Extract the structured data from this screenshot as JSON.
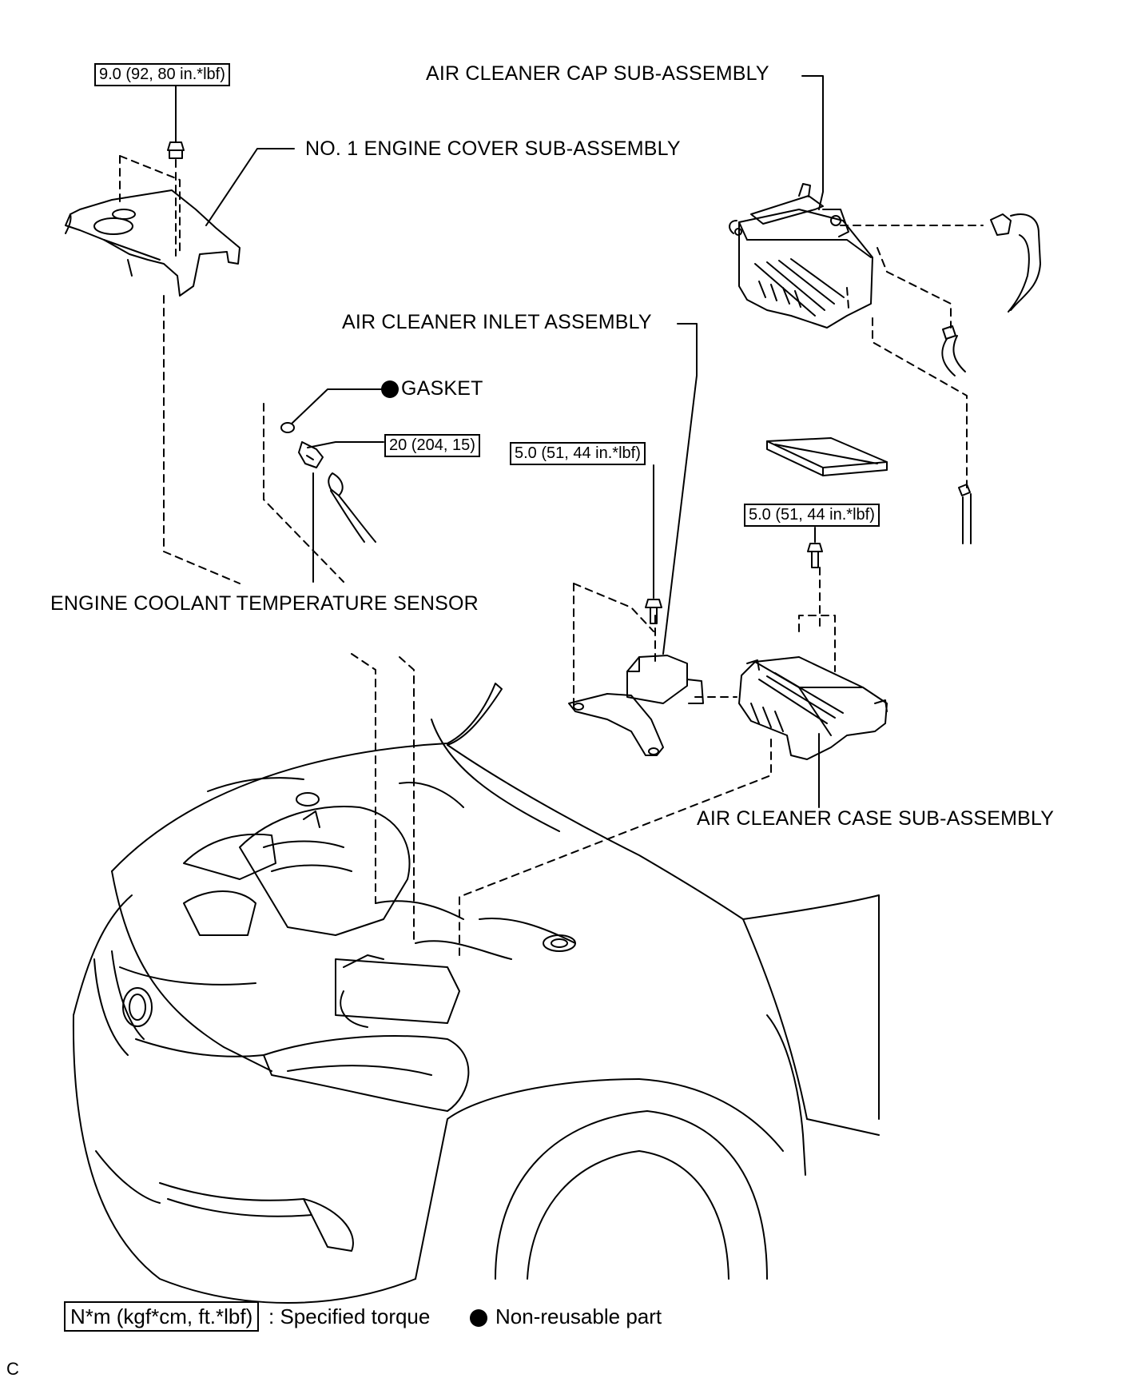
{
  "labels": {
    "air_cleaner_cap": "AIR CLEANER CAP SUB-ASSEMBLY",
    "engine_cover": "NO. 1 ENGINE COVER SUB-ASSEMBLY",
    "air_cleaner_inlet": "AIR CLEANER INLET ASSEMBLY",
    "gasket": "GASKET",
    "coolant_sensor": "ENGINE COOLANT TEMPERATURE SENSOR",
    "air_cleaner_case": "AIR CLEANER CASE SUB-ASSEMBLY"
  },
  "torques": {
    "engine_cover_nut": "9.0 (92, 80 in.*lbf)",
    "coolant_sensor": "20 (204, 15)",
    "inlet_bolt": "5.0 (51, 44 in.*lbf)",
    "case_bolt": "5.0 (51, 44 in.*lbf)"
  },
  "legend": {
    "torque_unit": "N*m (kgf*cm, ft.*lbf)",
    "torque_desc": ": Specified torque",
    "non_reusable": "Non-reusable part"
  },
  "figure_code": "C"
}
